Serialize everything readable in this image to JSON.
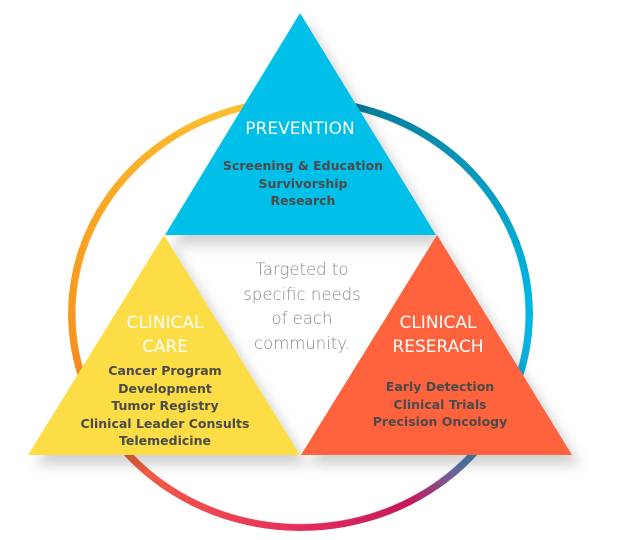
{
  "prevention": {
    "title": "PREVENTION",
    "items": [
      "Screening & Education",
      "Survivorship",
      "Research"
    ],
    "color": "#03c0ea"
  },
  "clinical_care": {
    "title_lines": [
      "CLINICAL",
      "CARE"
    ],
    "items": [
      "Cancer Program",
      "Development",
      "Tumor Registry",
      "Clinical Leader Consults",
      "Telemedicine"
    ],
    "color": "#fddd44"
  },
  "clinical_research": {
    "title_lines": [
      "CLINICAL",
      "RESERACH"
    ],
    "items": [
      "Early Detection",
      "Clinical Trials",
      "Precision Oncology"
    ],
    "color": "#ff643d"
  },
  "center": {
    "lines": [
      "Targeted to",
      "specific needs",
      "of each",
      "community."
    ]
  }
}
